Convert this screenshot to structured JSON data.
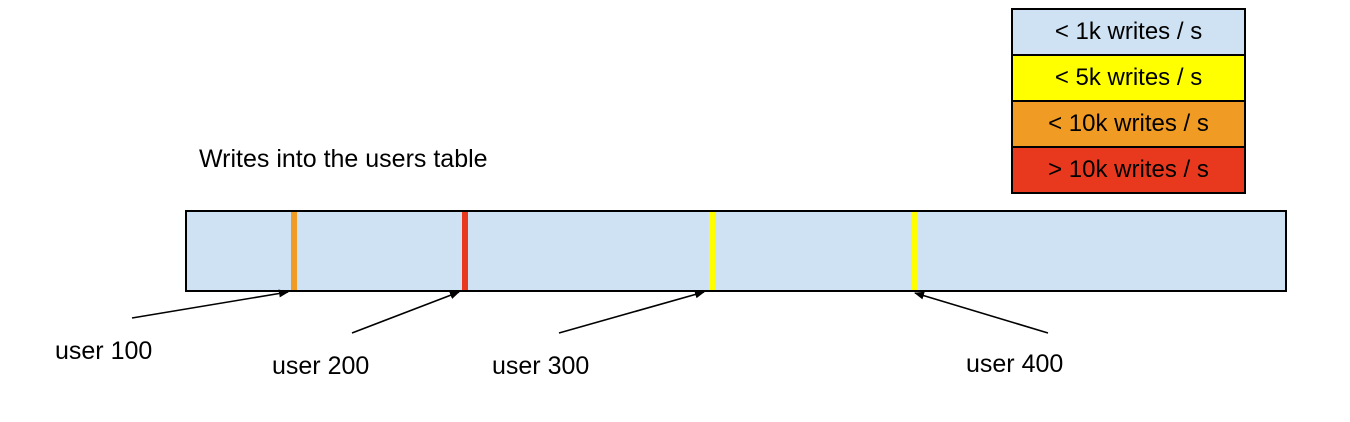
{
  "diagram": {
    "title": "Writes into the users table"
  },
  "legend": {
    "items": [
      {
        "label": "< 1k writes / s",
        "color": "#cfe2f3"
      },
      {
        "label": "< 5k writes / s",
        "color": "#ffff00"
      },
      {
        "label": "< 10k writes / s",
        "color": "#f09b23"
      },
      {
        "label": "> 10k writes / s",
        "color": "#e8391f"
      }
    ]
  },
  "bar": {
    "fill": "#cfe2f3",
    "border_color": "#000000",
    "stripes": [
      {
        "user": "user 100",
        "rate": "< 10k writes / s",
        "color": "#f09b23"
      },
      {
        "user": "user 200",
        "rate": "> 10k writes / s",
        "color": "#e8391f"
      },
      {
        "user": "user 300",
        "rate": "< 5k writes / s",
        "color": "#ffff00"
      },
      {
        "user": "user 400",
        "rate": "< 5k writes / s",
        "color": "#ffff00"
      }
    ]
  }
}
